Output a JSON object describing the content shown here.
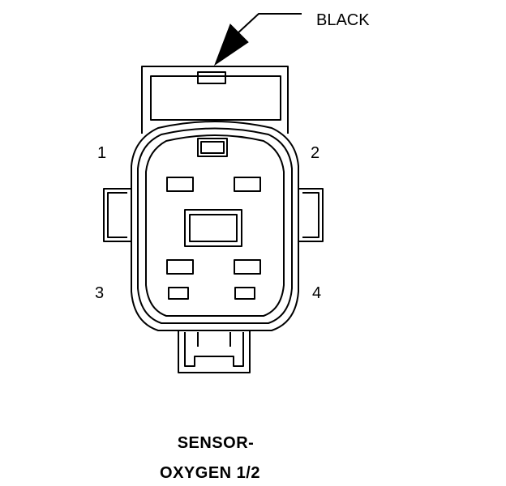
{
  "callout": {
    "color_label": "BLACK"
  },
  "pins": {
    "p1": "1",
    "p2": "2",
    "p3": "3",
    "p4": "4"
  },
  "caption": {
    "line1": "SENSOR-",
    "line2": "OXYGEN 1/2"
  },
  "colors": {
    "stroke": "#000000",
    "background": "#ffffff"
  }
}
